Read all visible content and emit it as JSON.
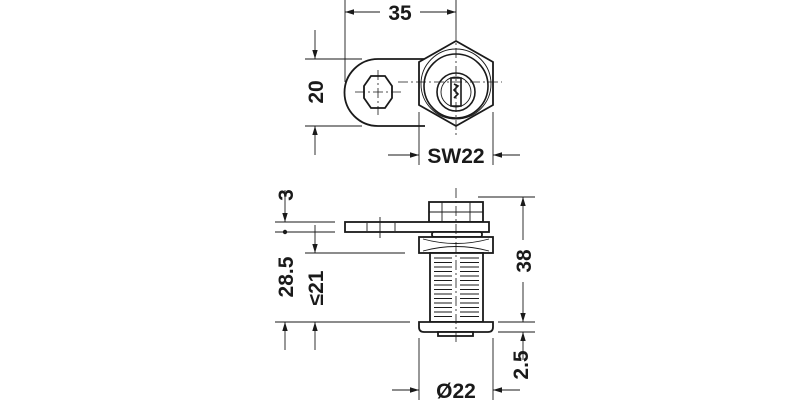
{
  "top_view": {
    "width_label": "35",
    "tab_height_label": "20",
    "hex_label": "SW22"
  },
  "side_view": {
    "lever_thickness_label": "3",
    "body_length_label": "28.5",
    "panel_thickness_label": "≤21",
    "overall_length_label": "38",
    "flange_label": "2.5",
    "diameter_label": "Ø22"
  },
  "colors": {
    "line": "#1a1a1a",
    "background": "#ffffff"
  }
}
